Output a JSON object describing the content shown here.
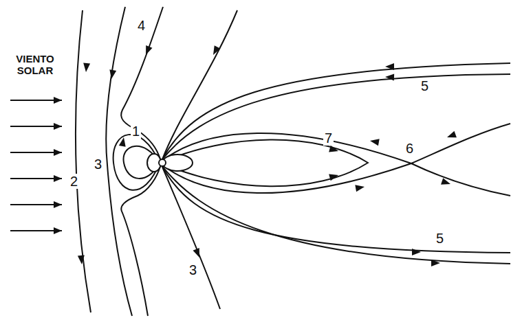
{
  "diagram": {
    "labels": [
      "VIENTO SOLAR",
      "4",
      "5",
      "1",
      "7",
      "6",
      "3",
      "2",
      "5",
      "3"
    ]
  }
}
